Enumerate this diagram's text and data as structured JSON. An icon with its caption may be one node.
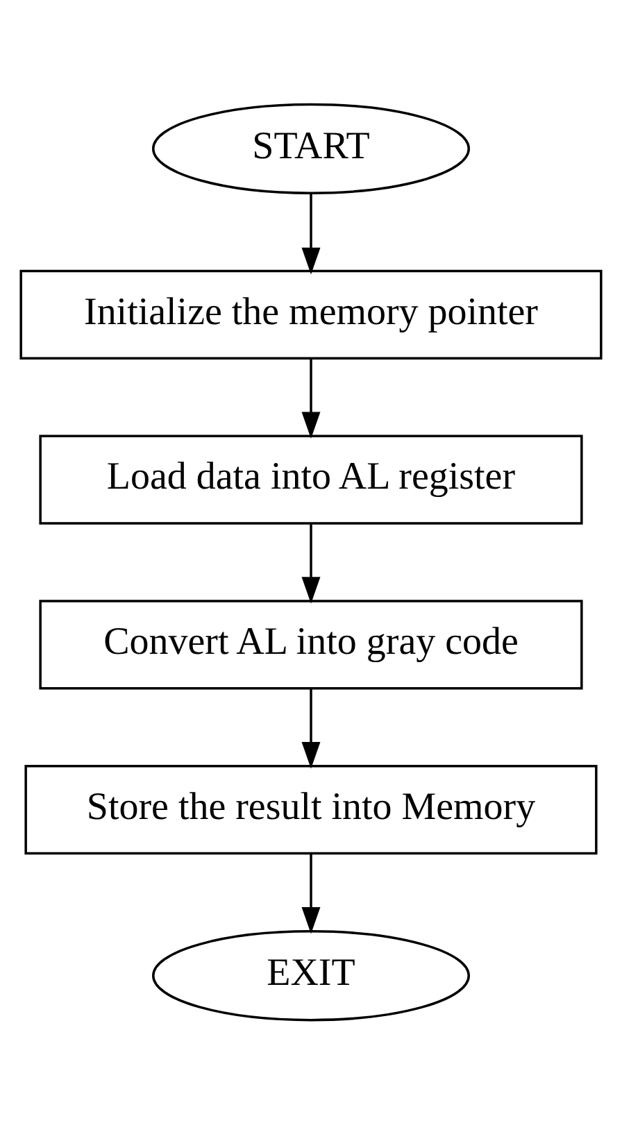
{
  "diagram": {
    "nodes": [
      {
        "text": [
          "START"
        ]
      },
      {
        "text": [
          "Initialize the memory pointer"
        ]
      },
      {
        "text": [
          "Load data into AL register"
        ]
      },
      {
        "text": [
          "Convert AL into gray code"
        ]
      },
      {
        "text": [
          "Store the result into Memory"
        ]
      },
      {
        "text": [
          "EXIT"
        ]
      }
    ],
    "edges": [
      {
        "from": 0,
        "to": 1,
        "arrow": "to"
      },
      {
        "from": 1,
        "to": 2,
        "arrow": "to"
      },
      {
        "from": 2,
        "to": 3,
        "arrow": "to"
      },
      {
        "from": 3,
        "to": 4,
        "arrow": "to"
      },
      {
        "from": 4,
        "to": 5,
        "arrow": "to"
      }
    ]
  }
}
